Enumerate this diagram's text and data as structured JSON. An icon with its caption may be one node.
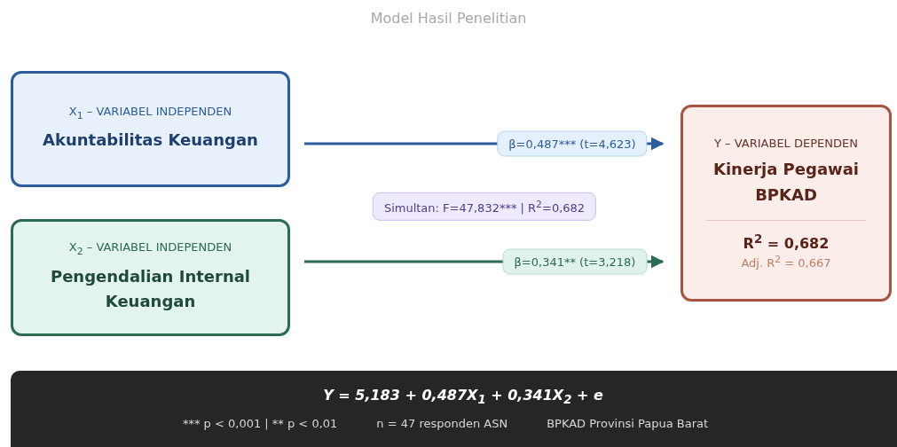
{
  "diagram": {
    "title": "Model Hasil Penelitian",
    "nodes": [
      {
        "text": [
          "X$_{1}$ – VARIABEL INDEPENDEN",
          "Akuntabilitas Keuangan"
        ]
      },
      {
        "text": [
          "X$_{2}$ – VARIABEL INDEPENDEN",
          "Pengendalian Internal Keuangan"
        ]
      },
      {
        "text": [
          "Y – VARIABEL DEPENDEN",
          "Kinerja Pegawai BPKAD",
          "R$^{2}$ = 0,682",
          "Adj. R$^{2}$ = 0,667"
        ]
      },
      {
        "text": [
          "Y = 5,183 + 0,487X$_{1}$ + 0,341X$_{2}$ + e",
          "*** p < 0,001 | ** p < 0,01",
          "n = 47 responden ASN",
          "BPKAD Provinsi Papua Barat"
        ]
      }
    ],
    "edges": [
      {
        "from": 0,
        "to": 2,
        "arrow": "to",
        "label": "β=0,487*** (t=4,623)",
        "color": "#2b5d9c"
      },
      {
        "from": 1,
        "to": 2,
        "arrow": "to",
        "label": "β=0,341** (t=3,218)",
        "color": "#2a6b52"
      }
    ],
    "labels": [
      "Simultan: F=47,832*** | R$^{2}$=0,682"
    ]
  }
}
